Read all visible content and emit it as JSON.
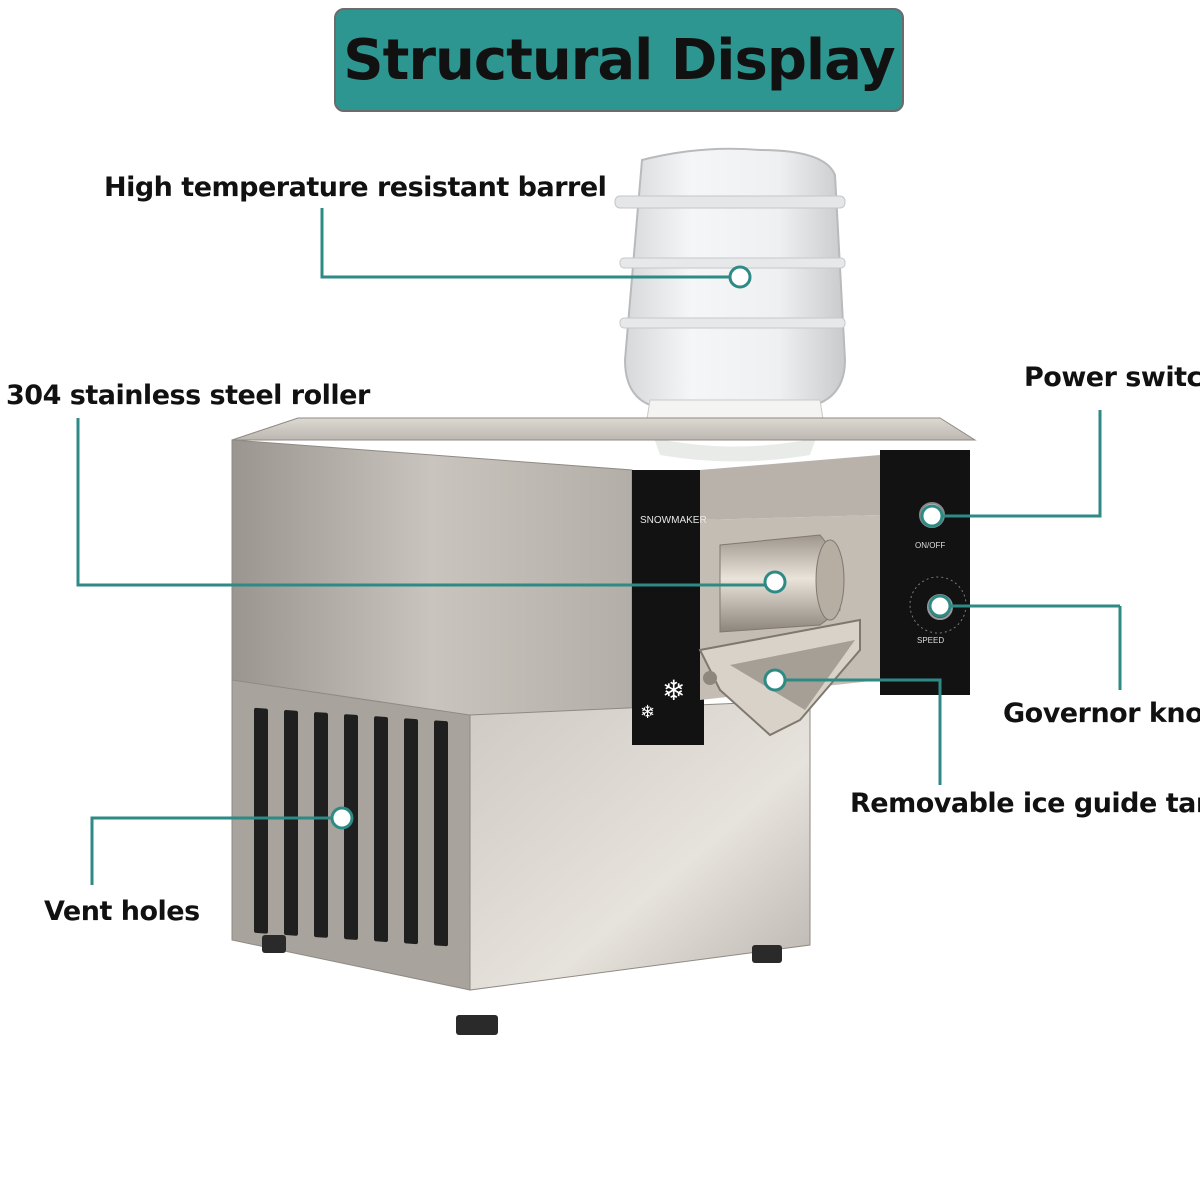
{
  "title": "Structural Display",
  "labels": {
    "barrel": "High temperature resistant barrel",
    "roller": "304 stainless steel roller",
    "power": "Power switch",
    "governor": "Governor knob",
    "ice_tank": "Removable ice guide tank",
    "vent": "Vent holes"
  },
  "machine": {
    "brand_text": "SNOWMAKER",
    "switch_label": "ON/OFF",
    "speed_label": "SPEED"
  },
  "colors": {
    "accent": "#2e9690",
    "leader": "#2e8a84"
  }
}
